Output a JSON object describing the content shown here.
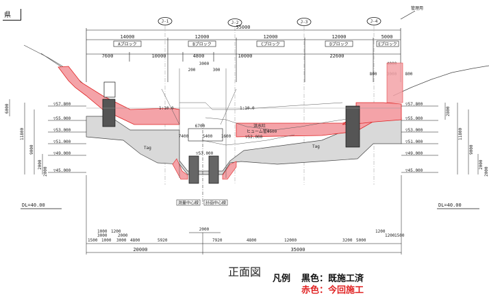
{
  "corner_label": "県",
  "top_label_right": "管理用",
  "axes": [
    "J-1",
    "J-2",
    "J-3",
    "J-4"
  ],
  "dims_top": {
    "total": "55000",
    "spans": [
      "14000",
      "12000",
      "12000",
      "12000",
      "5000"
    ],
    "blocks": [
      "Aブロック",
      "Bブロック",
      "Cブロック",
      "Dブロック",
      "Eブロック"
    ],
    "sub": [
      "7600",
      "10000",
      "4800",
      "10000",
      "22600"
    ],
    "small_left": [
      "3000",
      "200",
      "300"
    ],
    "small_right": [
      "4000",
      "800",
      "3000",
      "800"
    ]
  },
  "elevations_left": [
    "▽57.800",
    "▽55.000",
    "▽53.000",
    "▽51.000",
    "▽49.000",
    "▽45.000"
  ],
  "elevations_right": [
    "▽57.800",
    "▽55.000",
    "▽53.000",
    "▽51.000",
    "▽49.000",
    "▽45.000"
  ],
  "vert_dims_left": [
    "6000",
    "11800",
    "9000",
    "2000",
    "2000"
  ],
  "vert_dims_right": [
    "2800",
    "11800",
    "9000",
    "2000",
    "2000"
  ],
  "labels": {
    "drain": "洪水吐",
    "hume": "ヒューム管Φ600",
    "pipe_elev": "▽52.000",
    "mid": "▽53.000",
    "center_w": "6700",
    "center_a": "7400",
    "center_b": "5400",
    "center_c": "1600",
    "slope": "1:10.0",
    "tag1": "Tag",
    "tag2": "Tag",
    "measure_center": "測量中心線",
    "plan_center": "計画中心線",
    "bottom_small": "2000"
  },
  "dl_left": "DL=40.00",
  "dl_right": "DL=40.00",
  "dims_bottom": {
    "row1": [
      "1000",
      "1200"
    ],
    "row2": [
      "1500",
      "1000",
      "3000",
      "2000"
    ],
    "row3": [
      "1500",
      "1000",
      "3000",
      "4800",
      "5920",
      "7920",
      "4800",
      "12000",
      "3200",
      "5000",
      "1200",
      "1200",
      "1500"
    ],
    "row3_right": [
      "1200",
      "1200",
      "1500"
    ],
    "total_left": "20000",
    "total_right": "35000"
  },
  "caption": "正面図",
  "legend": {
    "title": "凡例",
    "black": "黒色：既施工済",
    "red": "赤色：今回施工"
  },
  "colors": {
    "red_fill": "#f4a3a8",
    "gray_fill": "#d9d9d9",
    "red_line": "#e02020"
  }
}
